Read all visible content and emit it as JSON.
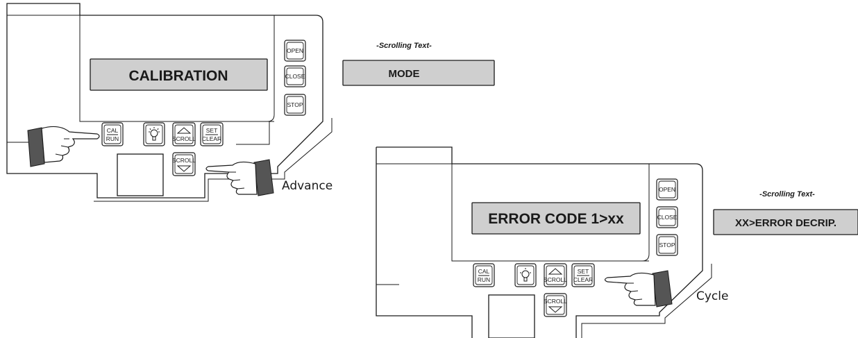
{
  "panel_1": {
    "display": "CALIBRATION",
    "scroll_note": "-Scrolling Text-",
    "scroll_display": "MODE",
    "action": "Advance"
  },
  "panel_2": {
    "display": "ERROR CODE 1>xx",
    "scroll_note": "-Scrolling Text-",
    "scroll_display": "XX>ERROR DECRIP.",
    "action": "Cycle"
  },
  "buttons": {
    "open": "OPEN",
    "close": "CLOSE",
    "stop": "STOP",
    "cal": "CAL",
    "run": "RUN",
    "scroll": "SCROLL",
    "set": "SET",
    "clear": "CLEAR"
  },
  "icons": [
    "pointing-hand-icon",
    "light-bulb-icon",
    "up-triangle-icon",
    "down-triangle-icon"
  ]
}
